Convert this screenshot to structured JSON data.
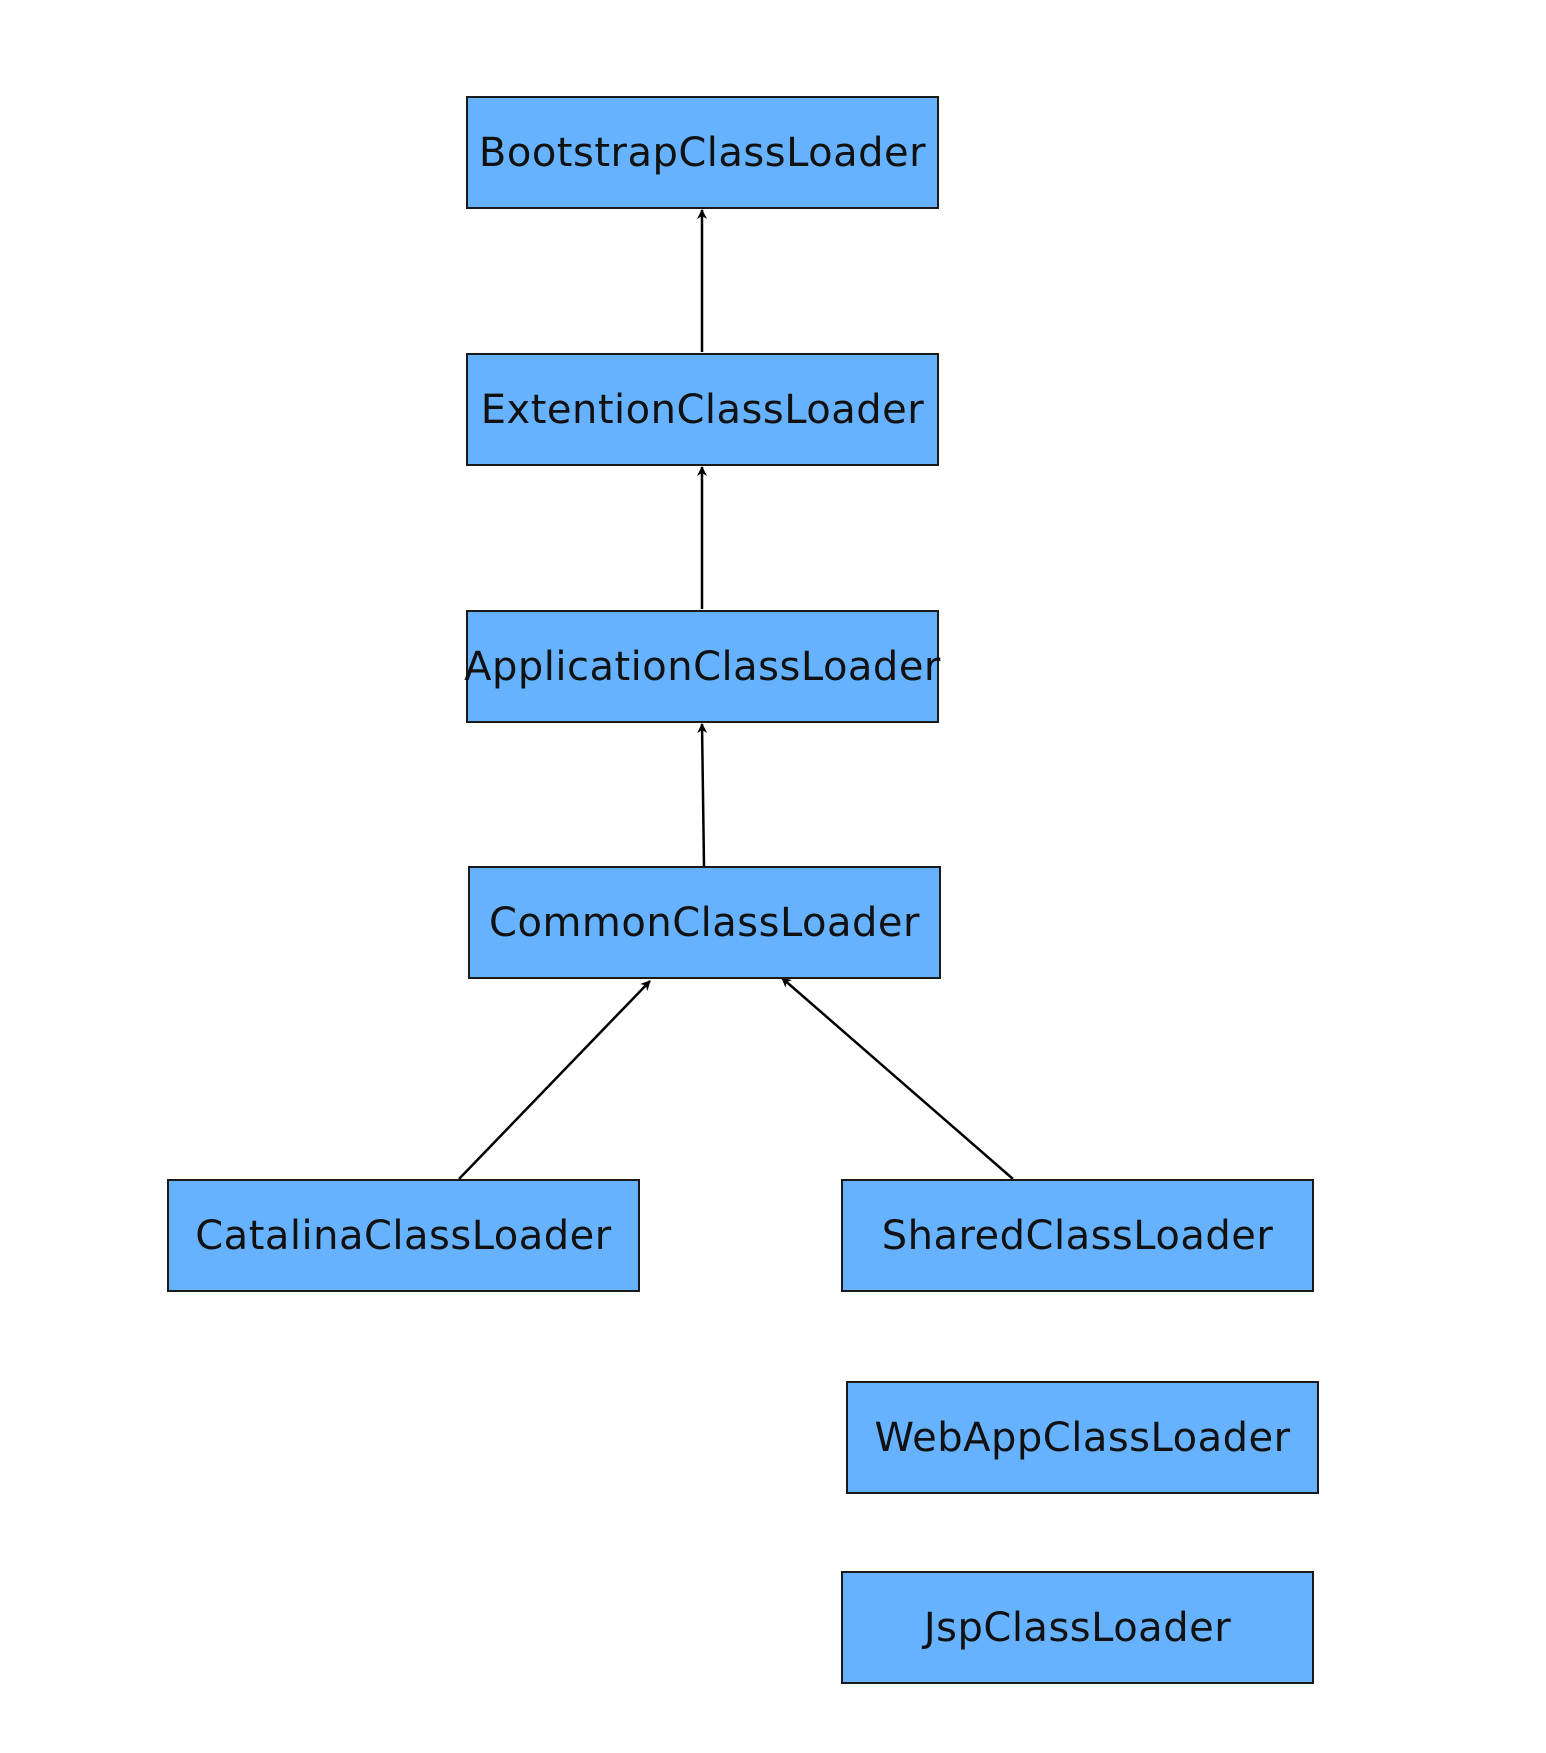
{
  "nodes": {
    "bootstrap": "BootstrapClassLoader",
    "extension": "ExtentionClassLoader",
    "application": "ApplicationClassLoader",
    "common": "CommonClassLoader",
    "catalina": "CatalinaClassLoader",
    "shared": "SharedClassLoader",
    "webapp": "WebAppClassLoader",
    "jsp": "JspClassLoader"
  },
  "edges": [
    {
      "from": "extension",
      "to": "bootstrap"
    },
    {
      "from": "application",
      "to": "extension"
    },
    {
      "from": "common",
      "to": "application"
    },
    {
      "from": "catalina",
      "to": "common"
    },
    {
      "from": "shared",
      "to": "common"
    }
  ],
  "colors": {
    "node_fill": "#66b2ff",
    "node_border": "#1a1a1a",
    "edge": "#000000"
  }
}
